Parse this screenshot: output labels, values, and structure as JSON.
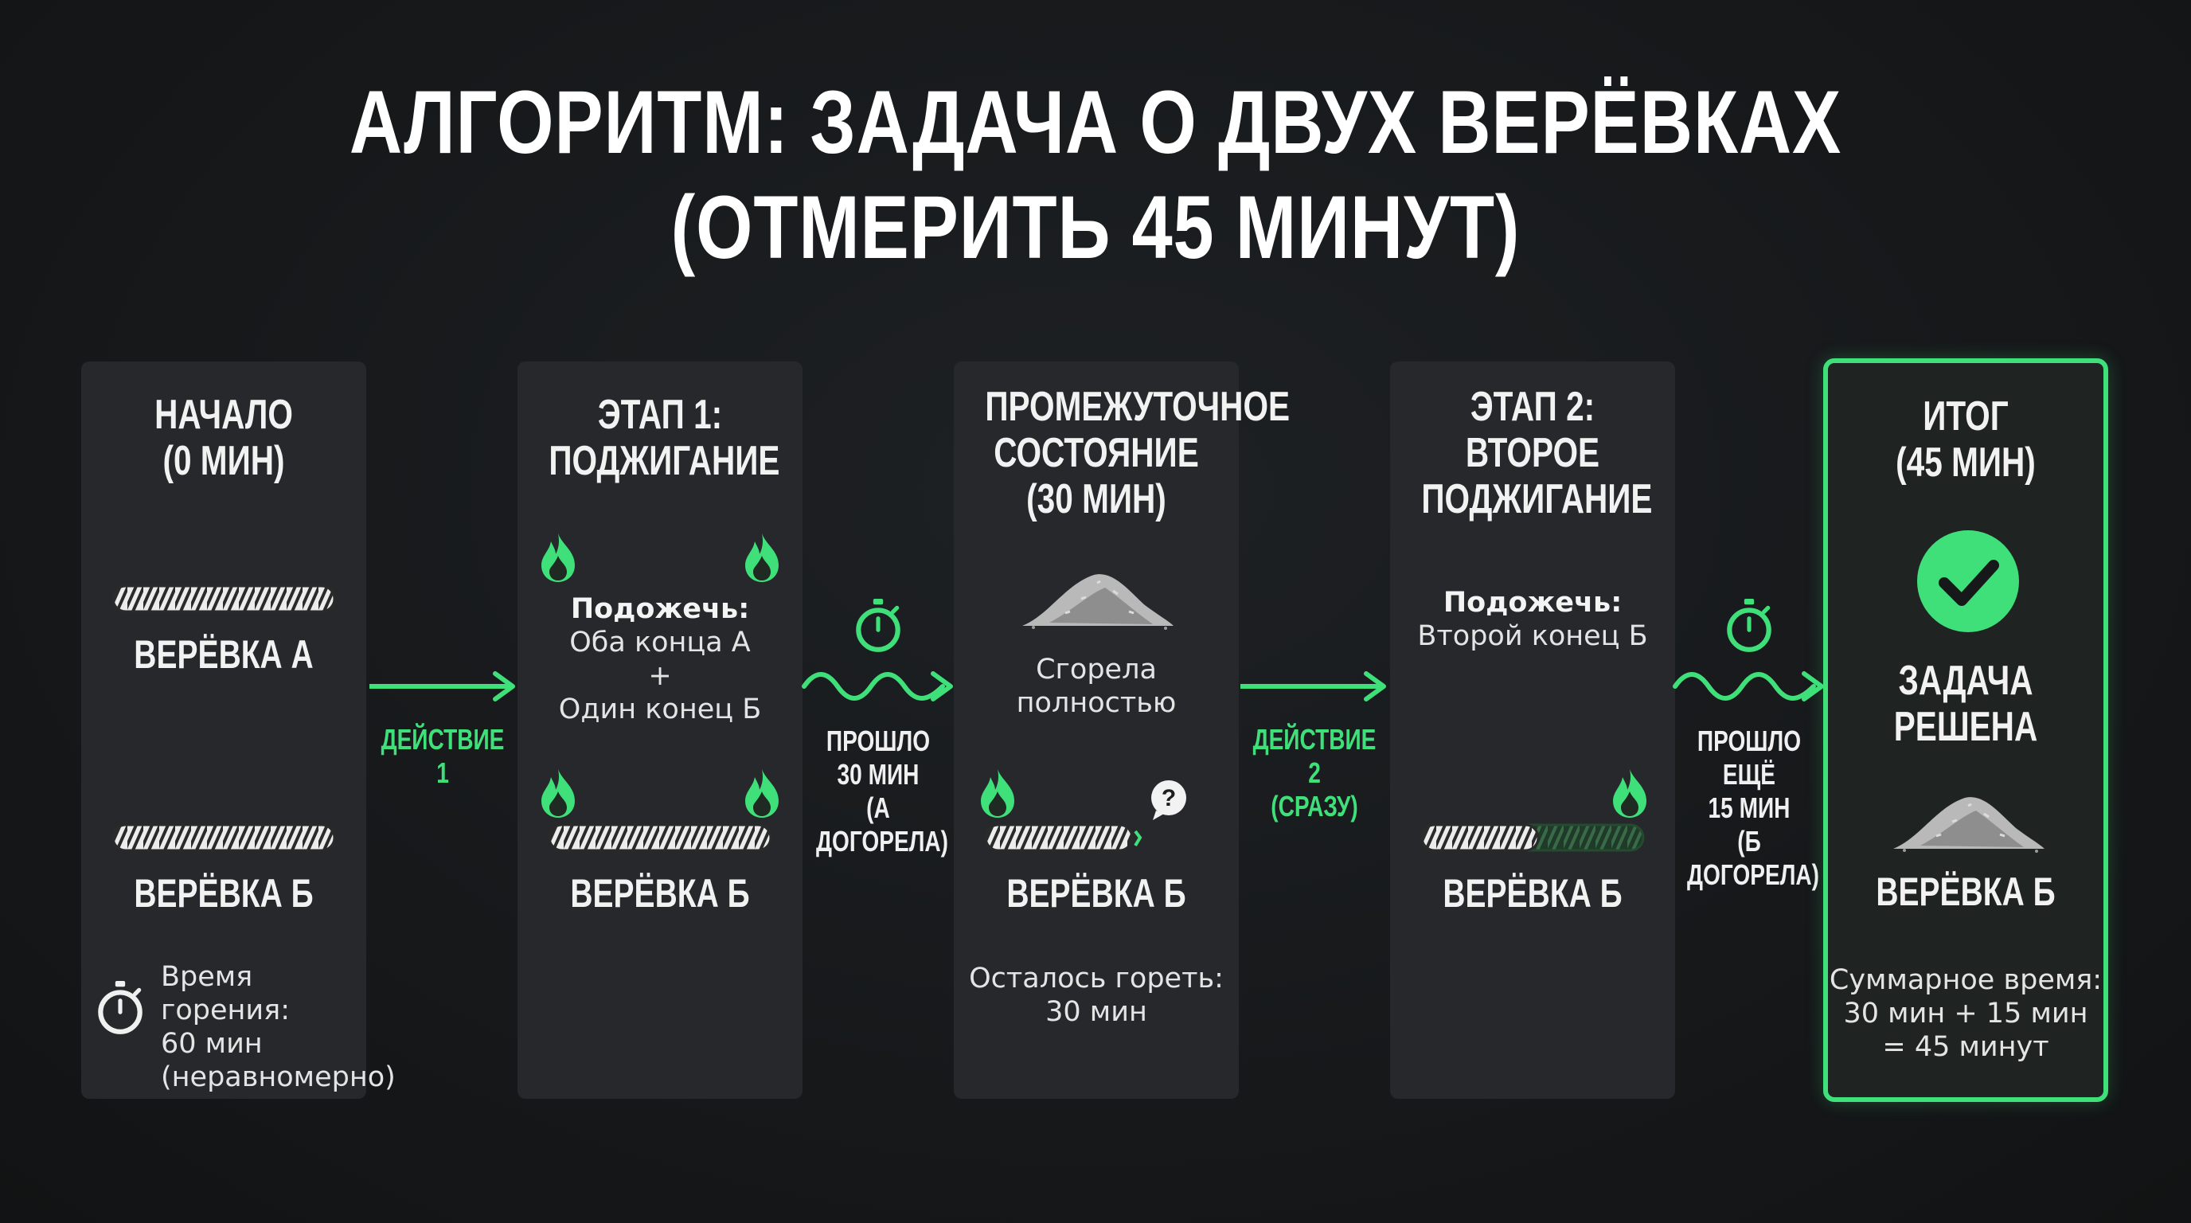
{
  "title": "АЛГОРИТМ: ЗАДАЧА О ДВУХ ВЕРЁВКАХ\n(ОТМЕРИТЬ 45 МИНУТ)",
  "colors": {
    "accent": "#3fe07a",
    "card": "#26282b",
    "background": "#16181a"
  },
  "icons": [
    "flame-icon",
    "stopwatch-icon",
    "arrow-right-icon",
    "wavy-arrow-icon",
    "ash-pile-icon",
    "question-icon",
    "check-circle-icon",
    "rope-icon"
  ],
  "cards": [
    {
      "title": "НАЧАЛО\n(0 МИН)",
      "rope_a": "ВЕРЁВКА А",
      "rope_b": "ВЕРЁВКА Б",
      "note": "Время горения:\n60 мин\n(неравномерно)"
    },
    {
      "title": "ЭТАП 1:\nПОДЖИГАНИЕ",
      "ignite_head": "Подожечь:",
      "ignite_body": "Оба конца А\n+\nОдин конец Б",
      "rope_b": "ВЕРЁВКА Б"
    },
    {
      "title": "ПРОМЕЖУТОЧНОЕ\nСОСТОЯНИЕ\n(30 МИН)",
      "burned": "Сгорела\nполностью",
      "rope_b": "ВЕРЁВКА Б",
      "remaining": "Осталось гореть:\n30 мин"
    },
    {
      "title": "ЭТАП 2:\nВТОРОЕ\nПОДЖИГАНИЕ",
      "ignite_head": "Подожечь:",
      "ignite_body": "Второй конец Б",
      "rope_b": "ВЕРЁВКА Б"
    },
    {
      "title": "ИТОГ\n(45 МИН)",
      "solved": "ЗАДАЧА\nРЕШЕНА",
      "rope_b": "ВЕРЁВКА Б",
      "total": "Суммарное время:\n30 мин + 15 мин\n= 45 минут"
    }
  ],
  "connectors": [
    {
      "label": "ДЕЙСТВИЕ 1"
    },
    {
      "label": "ПРОШЛО\n30 МИН\n(А ДОГОРЕЛА)"
    },
    {
      "label": "ДЕЙСТВИЕ 2\n(СРАЗУ)"
    },
    {
      "label": "ПРОШЛО ЕЩЁ\n15 МИН\n(Б ДОГОРЕЛА)"
    }
  ]
}
